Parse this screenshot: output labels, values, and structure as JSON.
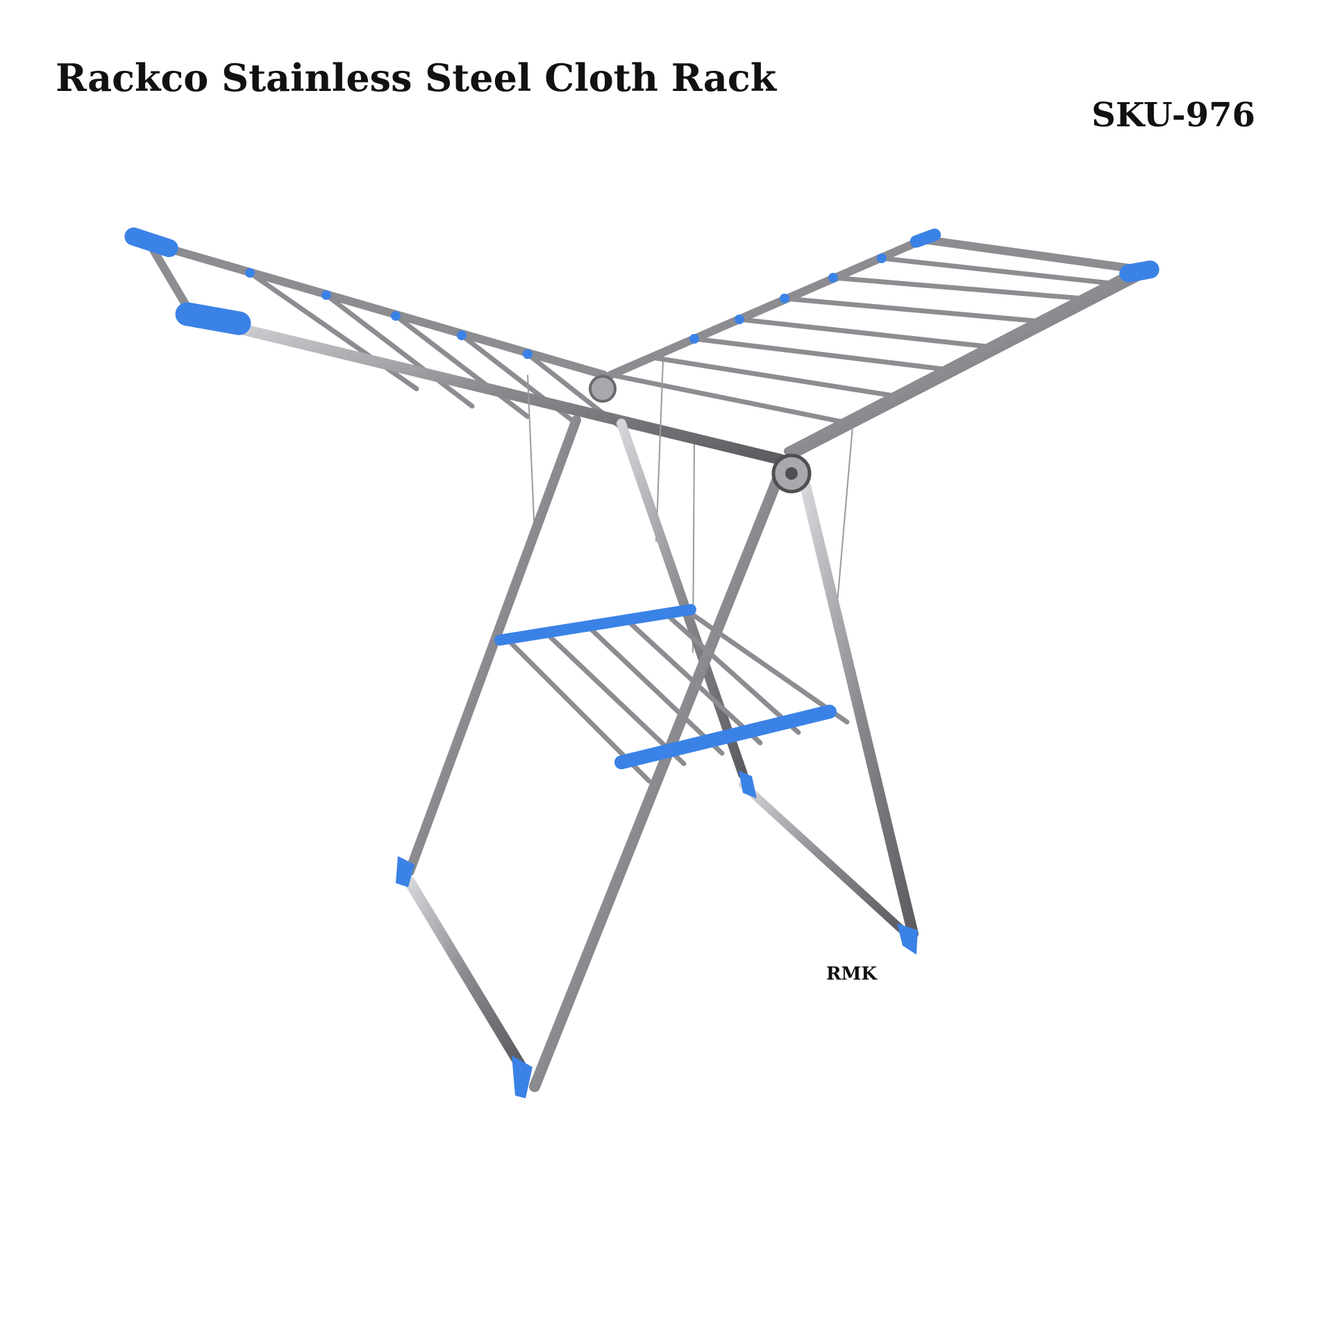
{
  "product": {
    "title": "Rackco Stainless Steel Cloth Rack",
    "sku": "SKU-976",
    "corner_mark": "RMK"
  },
  "colors": {
    "steel": "#9a9a9e",
    "steel_dark": "#5f5f63",
    "plastic": "#3b82e6",
    "background": "#ffffff"
  }
}
